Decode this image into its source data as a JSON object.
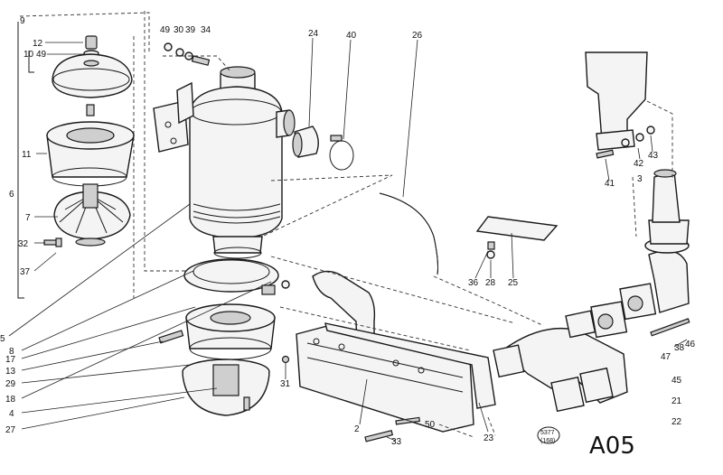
{
  "diagram": {
    "callouts": {
      "c9": "9",
      "c12": "12",
      "c10": "10",
      "c49a": "49",
      "c11": "11",
      "c6": "6",
      "c7": "7",
      "c32": "32",
      "c37": "37",
      "c5": "5",
      "c8": "8",
      "c17": "17",
      "c13": "13",
      "c29": "29",
      "c18": "18",
      "c4": "4",
      "c27": "27",
      "c49b": "49",
      "c30": "30",
      "c39": "39",
      "c34": "34",
      "c24": "24",
      "c40": "40",
      "c26": "26",
      "c31": "31",
      "c2": "2",
      "c50": "50",
      "c33": "33",
      "c23": "23",
      "c36": "36",
      "c28": "28",
      "c25": "25",
      "c41": "41",
      "c42": "42",
      "c43": "43",
      "c3": "3",
      "c38": "38",
      "c46": "46",
      "c47": "47",
      "c45": "45",
      "c21": "21",
      "c22": "22"
    },
    "stamp_line1": "5377",
    "stamp_line2": "(168)",
    "page_code": "A05"
  }
}
